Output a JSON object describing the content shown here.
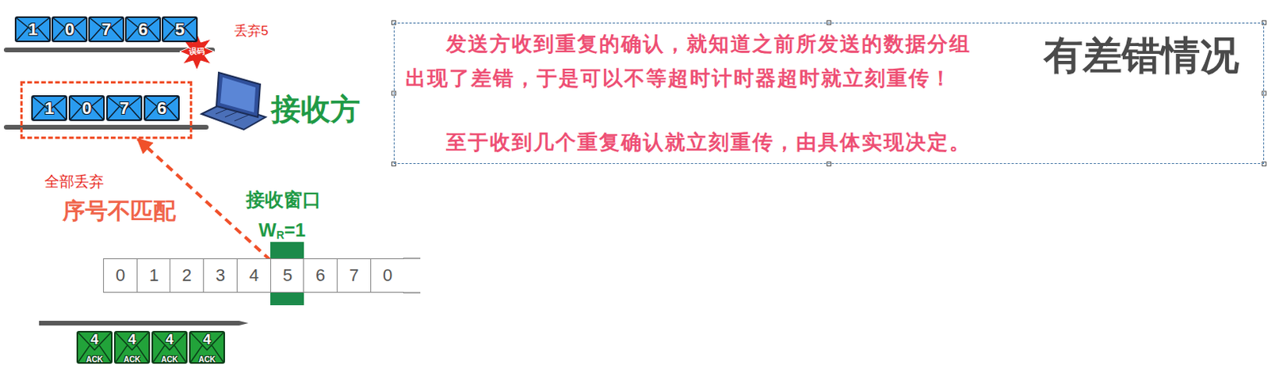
{
  "diagram": {
    "nodes": [
      {
        "text": [
          "1"
        ]
      },
      {
        "text": [
          "0"
        ]
      },
      {
        "text": [
          "7"
        ]
      },
      {
        "text": [
          "6"
        ]
      },
      {
        "text": [
          "5"
        ]
      },
      {
        "text": []
      },
      {
        "text": [
          "1"
        ],
        "in": 5
      },
      {
        "text": [
          "0"
        ],
        "in": 5
      },
      {
        "text": [
          "7"
        ],
        "in": 5
      },
      {
        "text": [
          "6"
        ],
        "in": 5
      },
      {
        "text": [
          "0"
        ]
      },
      {
        "text": [
          "1"
        ]
      },
      {
        "text": [
          "2"
        ]
      },
      {
        "text": [
          "3"
        ]
      },
      {
        "text": [
          "4"
        ]
      },
      {
        "text": [
          "5"
        ]
      },
      {
        "text": [
          "6"
        ]
      },
      {
        "text": [
          "7"
        ]
      },
      {
        "text": [
          "0"
        ]
      },
      {
        "text": [
          "发送方收到重复的确认，就知道之前所发送的数据分组出现了差错，于是可以不等超时计时器超时就立刻重传！",
          "至于收到几个重复确认就立刻重传，由具体实现决定。",
          "有差错情况"
        ]
      },
      {
        "text": [
          "4",
          "ACK"
        ]
      },
      {
        "text": [
          "4",
          "ACK"
        ]
      },
      {
        "text": [
          "4",
          "ACK"
        ]
      },
      {
        "text": [
          "4",
          "ACK"
        ]
      }
    ],
    "edges": [
      {
        "from": 15,
        "to": 5,
        "arrow": "to",
        "label": "序号不匹配"
      }
    ],
    "labels": [
      "误码",
      "丢弃5",
      "接收方",
      "全部丢弃",
      "接收窗口",
      "W",
      "R",
      "=1"
    ]
  }
}
